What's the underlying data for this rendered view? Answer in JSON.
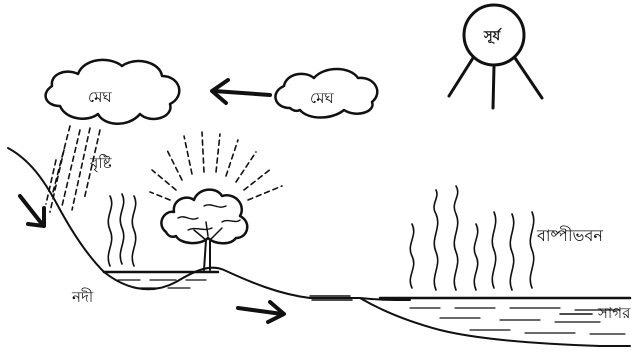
{
  "labels": {
    "cloud_left": "মেঘ",
    "cloud_right": "মেঘ",
    "sun": "সূর্য",
    "rain": "বৃষ্টি",
    "river": "নদী",
    "evaporation": "বাষ্পীভবন",
    "sea": "সাগর"
  },
  "colors": {
    "ink": "#111111",
    "background": "#ffffff"
  }
}
